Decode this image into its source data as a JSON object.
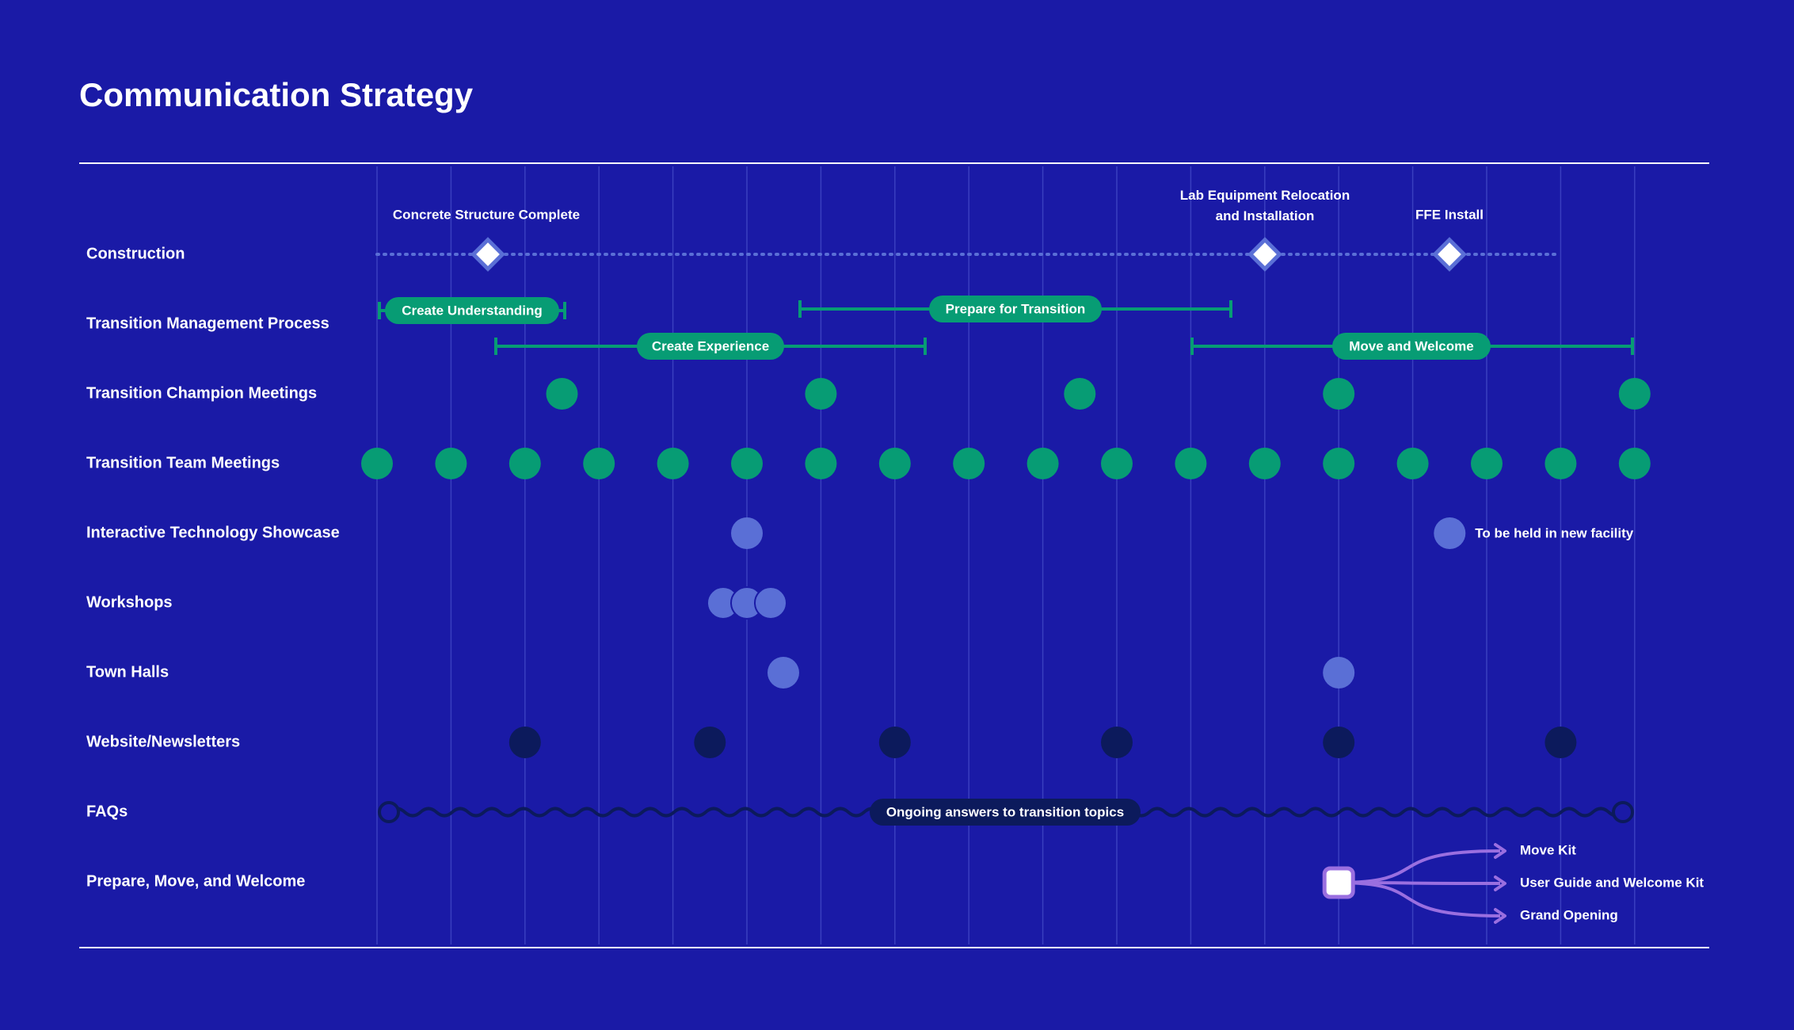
{
  "title": "Communication Strategy",
  "colors": {
    "background": "#1a1aa6",
    "green": "#079c74",
    "light_blue": "#5a6fd6",
    "dark_navy": "#0c1a5c",
    "purple": "#9a6fe0",
    "white": "#ffffff",
    "grid": "#3a3fbf"
  },
  "rows": [
    {
      "label": "Construction"
    },
    {
      "label": "Transition Management Process"
    },
    {
      "label": "Transition Champion Meetings"
    },
    {
      "label": "Transition Team Meetings"
    },
    {
      "label": "Interactive Technology Showcase"
    },
    {
      "label": "Workshops"
    },
    {
      "label": "Town Halls"
    },
    {
      "label": "Website/Newsletters"
    },
    {
      "label": "FAQs"
    },
    {
      "label": "Prepare, Move, and Welcome"
    }
  ],
  "milestones": [
    {
      "label": "Concrete Structure Complete"
    },
    {
      "label": "Lab Equipment Relocation and Installation"
    },
    {
      "label": "FFE Install"
    }
  ],
  "phases": [
    {
      "label": "Create Understanding"
    },
    {
      "label": "Prepare for Transition"
    },
    {
      "label": "Create Experience"
    },
    {
      "label": "Move and Welcome"
    }
  ],
  "showcase_note": "To be held in new facility",
  "faq_note": "Ongoing answers to transition topics",
  "deliverables": [
    "Move Kit",
    "User Guide and Welcome Kit",
    "Grand Opening"
  ]
}
